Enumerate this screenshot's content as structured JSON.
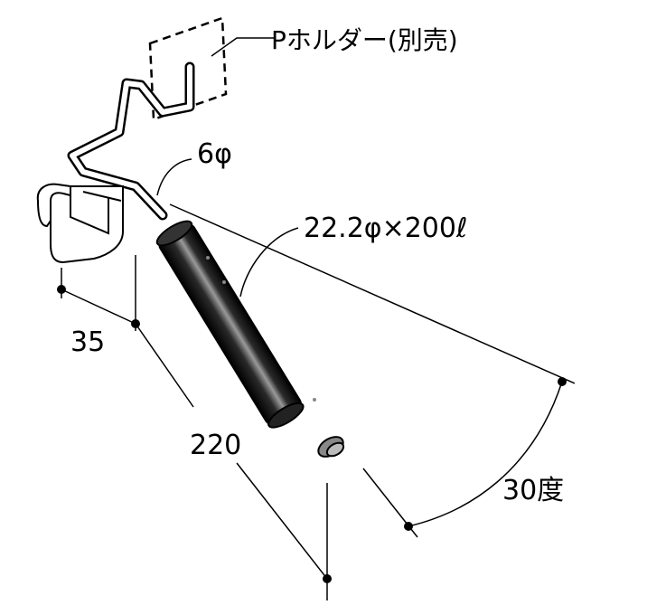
{
  "labels": {
    "p_holder": "Pホルダー(別売)",
    "wire_diameter": "6φ",
    "pipe_spec": "22.2φ×200ℓ",
    "dim_35": "35",
    "dim_220": "220",
    "angle": "30度"
  },
  "colors": {
    "line": "#000000",
    "pipe_dark": "#111111",
    "pipe_highlight": "#bdbdbd",
    "background": "#ffffff"
  }
}
